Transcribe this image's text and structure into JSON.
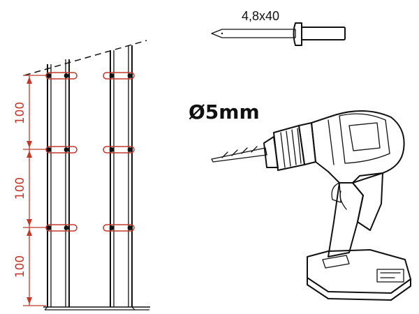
{
  "rivet": {
    "label": "4,8x40"
  },
  "drill": {
    "bit_label": "Ø5mm"
  },
  "spacing": {
    "values": [
      "100",
      "100",
      "100"
    ]
  },
  "colors": {
    "dimension": "#c0392b",
    "ink": "#111111"
  }
}
